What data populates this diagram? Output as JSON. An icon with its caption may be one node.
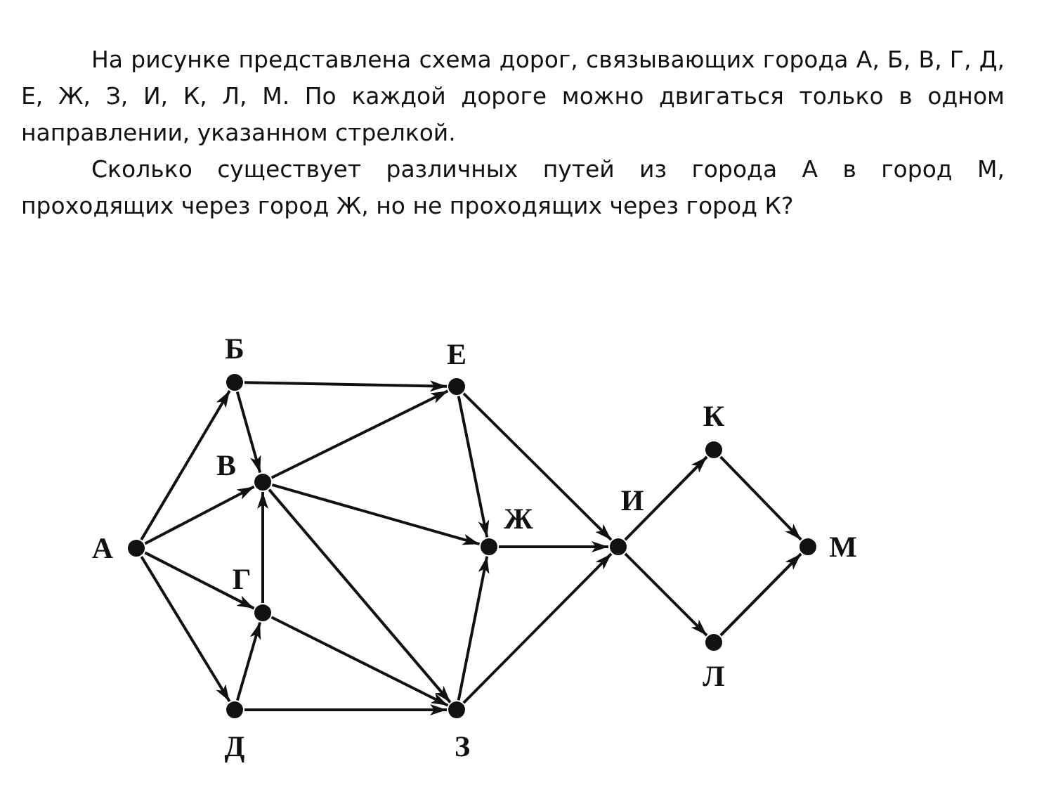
{
  "diagram": {
    "nodes": [
      {
        "text": [
          "А"
        ]
      },
      {
        "text": [
          "Б"
        ]
      },
      {
        "text": [
          "В"
        ]
      },
      {
        "text": [
          "Г"
        ]
      },
      {
        "text": [
          "Д"
        ]
      },
      {
        "text": [
          "Е"
        ]
      },
      {
        "text": [
          "Ж"
        ]
      },
      {
        "text": [
          "З"
        ]
      },
      {
        "text": [
          "И"
        ]
      },
      {
        "text": [
          "К"
        ]
      },
      {
        "text": [
          "Л"
        ]
      },
      {
        "text": [
          "М"
        ]
      }
    ],
    "edges": [
      {
        "from": 0,
        "to": 1,
        "arrow": "to"
      },
      {
        "from": 0,
        "to": 2,
        "arrow": "to"
      },
      {
        "from": 0,
        "to": 3,
        "arrow": "to"
      },
      {
        "from": 0,
        "to": 4,
        "arrow": "to"
      },
      {
        "from": 1,
        "to": 5,
        "arrow": "to"
      },
      {
        "from": 1,
        "to": 2,
        "arrow": "to"
      },
      {
        "from": 2,
        "to": 5,
        "arrow": "to"
      },
      {
        "from": 2,
        "to": 6,
        "arrow": "to"
      },
      {
        "from": 2,
        "to": 7,
        "arrow": "to"
      },
      {
        "from": 3,
        "to": 2,
        "arrow": "to"
      },
      {
        "from": 3,
        "to": 7,
        "arrow": "to"
      },
      {
        "from": 4,
        "to": 3,
        "arrow": "to"
      },
      {
        "from": 4,
        "to": 7,
        "arrow": "to"
      },
      {
        "from": 5,
        "to": 6,
        "arrow": "to"
      },
      {
        "from": 5,
        "to": 8,
        "arrow": "to"
      },
      {
        "from": 6,
        "to": 8,
        "arrow": "to"
      },
      {
        "from": 7,
        "to": 6,
        "arrow": "to"
      },
      {
        "from": 7,
        "to": 8,
        "arrow": "to"
      },
      {
        "from": 8,
        "to": 9,
        "arrow": "to"
      },
      {
        "from": 8,
        "to": 10,
        "arrow": "to"
      },
      {
        "from": 9,
        "to": 11,
        "arrow": "to"
      },
      {
        "from": 10,
        "to": 11,
        "arrow": "to"
      }
    ],
    "labels": [
      "На рисунке представлена схема дорог, связывающих города А, Б, В, Г, Д, Е, Ж, З, И, К, Л, М. По каждой дороге можно двигаться только в одном направлении, указанном стрелкой.",
      "Сколько существует различных путей из города А в город М, проходящих через город Ж, но не проходящих через город К?"
    ]
  }
}
